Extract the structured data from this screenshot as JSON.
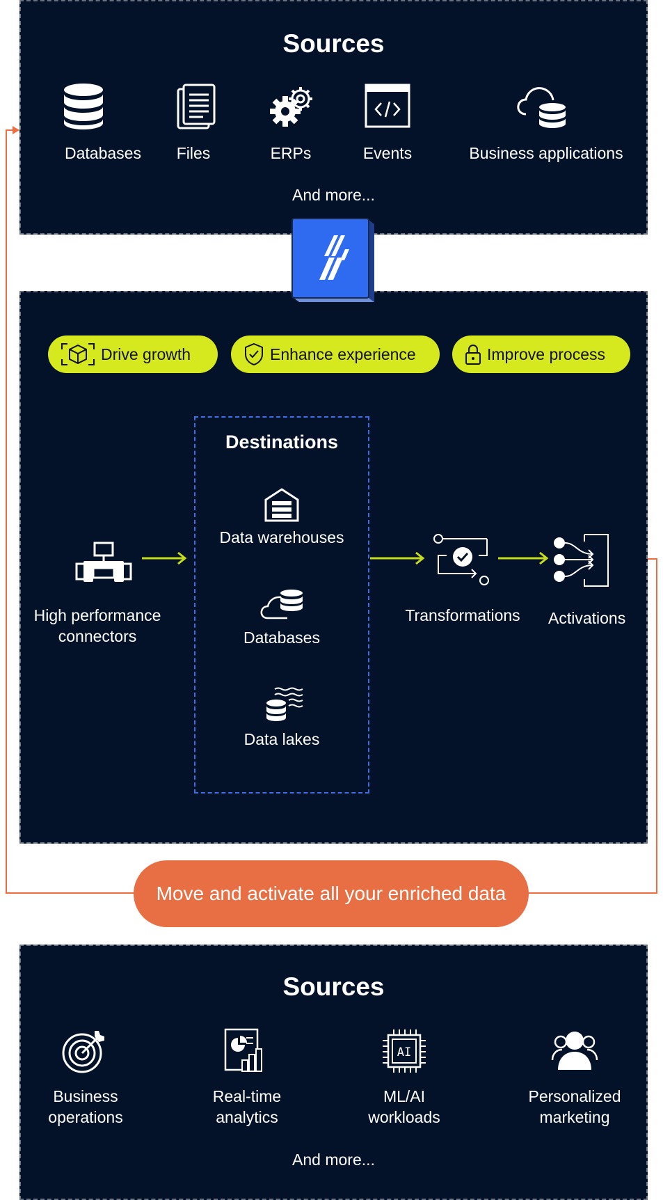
{
  "top_sources": {
    "title": "Sources",
    "items": [
      "Databases",
      "Files",
      "ERPs",
      "Events",
      "Business applications"
    ],
    "more": "And more..."
  },
  "middle": {
    "pills": [
      "Drive growth",
      "Enhance experience",
      "Improve process"
    ],
    "connectors": "High performance connectors",
    "destinations": {
      "title": "Destinations",
      "items": [
        "Data warehouses",
        "Databases",
        "Data lakes"
      ]
    },
    "transformations": "Transformations",
    "activations": "Activations"
  },
  "cta": "Move and activate all your enriched data",
  "bottom_sources": {
    "title": "Sources",
    "items": [
      "Business operations",
      "Real-time analytics",
      "ML/AI workloads",
      "Personalized marketing"
    ],
    "more": "And more..."
  },
  "colors": {
    "panel_bg": "#031228",
    "pill_bg": "#d6e81e",
    "cta_bg": "#e86f44",
    "arrow_green": "#c5dc1e",
    "loop_line": "#ef6c40",
    "brand_blue": "#2f6bf0",
    "dest_border": "#3b6fe8"
  }
}
